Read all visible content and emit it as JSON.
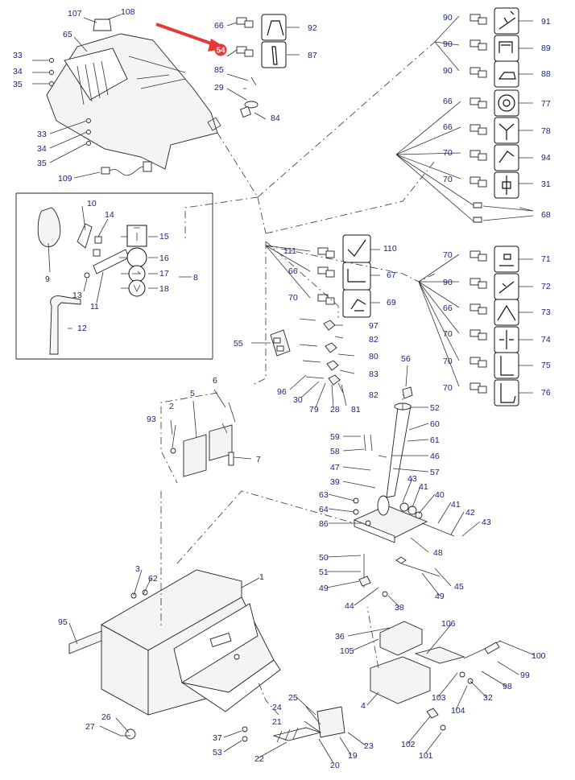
{
  "callout": {
    "badge": "54",
    "color": "#e53935"
  },
  "colors": {
    "label": "#1a237e",
    "line": "#333333"
  },
  "labels": [
    {
      "id": "l107",
      "t": "107"
    },
    {
      "id": "l108",
      "t": "108"
    },
    {
      "id": "l65",
      "t": "65"
    },
    {
      "id": "l33a",
      "t": "33"
    },
    {
      "id": "l34a",
      "t": "34"
    },
    {
      "id": "l35a",
      "t": "35"
    },
    {
      "id": "l33b",
      "t": "33"
    },
    {
      "id": "l34b",
      "t": "34"
    },
    {
      "id": "l35b",
      "t": "35"
    },
    {
      "id": "l109",
      "t": "109"
    },
    {
      "id": "l66a",
      "t": "66"
    },
    {
      "id": "l92",
      "t": "92"
    },
    {
      "id": "l87",
      "t": "87"
    },
    {
      "id": "l85",
      "t": "85"
    },
    {
      "id": "l29",
      "t": "29"
    },
    {
      "id": "l84",
      "t": "84"
    },
    {
      "id": "l90a",
      "t": "90"
    },
    {
      "id": "l91",
      "t": "91"
    },
    {
      "id": "l90b",
      "t": "90"
    },
    {
      "id": "l89",
      "t": "89"
    },
    {
      "id": "l90c",
      "t": "90"
    },
    {
      "id": "l88",
      "t": "88"
    },
    {
      "id": "l66b",
      "t": "66"
    },
    {
      "id": "l77",
      "t": "77"
    },
    {
      "id": "l66c",
      "t": "66"
    },
    {
      "id": "l78",
      "t": "78"
    },
    {
      "id": "l70a",
      "t": "70"
    },
    {
      "id": "l94",
      "t": "94"
    },
    {
      "id": "l70b",
      "t": "70"
    },
    {
      "id": "l31",
      "t": "31"
    },
    {
      "id": "l68",
      "t": "68"
    },
    {
      "id": "l10",
      "t": "10"
    },
    {
      "id": "l14",
      "t": "14"
    },
    {
      "id": "l15",
      "t": "15"
    },
    {
      "id": "l16",
      "t": "16"
    },
    {
      "id": "l17",
      "t": "17"
    },
    {
      "id": "l18",
      "t": "18"
    },
    {
      "id": "l8",
      "t": "8"
    },
    {
      "id": "l9",
      "t": "9"
    },
    {
      "id": "l13",
      "t": "13"
    },
    {
      "id": "l11",
      "t": "11"
    },
    {
      "id": "l12",
      "t": "12"
    },
    {
      "id": "l111",
      "t": "111"
    },
    {
      "id": "l110",
      "t": "110"
    },
    {
      "id": "l66d",
      "t": "66"
    },
    {
      "id": "l67",
      "t": "67"
    },
    {
      "id": "l70c",
      "t": "70"
    },
    {
      "id": "l69",
      "t": "69"
    },
    {
      "id": "l70d",
      "t": "70"
    },
    {
      "id": "l71",
      "t": "71"
    },
    {
      "id": "l90d",
      "t": "90"
    },
    {
      "id": "l72",
      "t": "72"
    },
    {
      "id": "l66e",
      "t": "66"
    },
    {
      "id": "l73",
      "t": "73"
    },
    {
      "id": "l70e",
      "t": "70"
    },
    {
      "id": "l74",
      "t": "74"
    },
    {
      "id": "l70f",
      "t": "70"
    },
    {
      "id": "l75",
      "t": "75"
    },
    {
      "id": "l70g",
      "t": "70"
    },
    {
      "id": "l76",
      "t": "76"
    },
    {
      "id": "l97",
      "t": "97"
    },
    {
      "id": "l82a",
      "t": "82"
    },
    {
      "id": "l55",
      "t": "55"
    },
    {
      "id": "l80",
      "t": "80"
    },
    {
      "id": "l83",
      "t": "83"
    },
    {
      "id": "l96",
      "t": "96"
    },
    {
      "id": "l30",
      "t": "30"
    },
    {
      "id": "l79",
      "t": "79"
    },
    {
      "id": "l28",
      "t": "28"
    },
    {
      "id": "l81",
      "t": "81"
    },
    {
      "id": "l82b",
      "t": "82"
    },
    {
      "id": "l56",
      "t": "56"
    },
    {
      "id": "l52",
      "t": "52"
    },
    {
      "id": "l6",
      "t": "6"
    },
    {
      "id": "l2",
      "t": "2"
    },
    {
      "id": "l5",
      "t": "5"
    },
    {
      "id": "l93",
      "t": "93"
    },
    {
      "id": "l7",
      "t": "7"
    },
    {
      "id": "l60",
      "t": "60"
    },
    {
      "id": "l59",
      "t": "59"
    },
    {
      "id": "l61",
      "t": "61"
    },
    {
      "id": "l58",
      "t": "58"
    },
    {
      "id": "l46",
      "t": "46"
    },
    {
      "id": "l47",
      "t": "47"
    },
    {
      "id": "l57",
      "t": "57"
    },
    {
      "id": "l39",
      "t": "39"
    },
    {
      "id": "l43a",
      "t": "43"
    },
    {
      "id": "l41a",
      "t": "41"
    },
    {
      "id": "l63",
      "t": "63"
    },
    {
      "id": "l40",
      "t": "40"
    },
    {
      "id": "l41b",
      "t": "41"
    },
    {
      "id": "l64",
      "t": "64"
    },
    {
      "id": "l42",
      "t": "42"
    },
    {
      "id": "l86",
      "t": "86"
    },
    {
      "id": "l43b",
      "t": "43"
    },
    {
      "id": "l48",
      "t": "48"
    },
    {
      "id": "l50",
      "t": "50"
    },
    {
      "id": "l51",
      "t": "51"
    },
    {
      "id": "l45",
      "t": "45"
    },
    {
      "id": "l49a",
      "t": "49"
    },
    {
      "id": "l49b",
      "t": "49"
    },
    {
      "id": "l44",
      "t": "44"
    },
    {
      "id": "l38",
      "t": "38"
    },
    {
      "id": "l3",
      "t": "3"
    },
    {
      "id": "l62",
      "t": "62"
    },
    {
      "id": "l1",
      "t": "1"
    },
    {
      "id": "l95",
      "t": "95"
    },
    {
      "id": "l106",
      "t": "106"
    },
    {
      "id": "l36",
      "t": "36"
    },
    {
      "id": "l105",
      "t": "105"
    },
    {
      "id": "l100",
      "t": "100"
    },
    {
      "id": "l99",
      "t": "99"
    },
    {
      "id": "l98",
      "t": "98"
    },
    {
      "id": "l32",
      "t": "32"
    },
    {
      "id": "l103",
      "t": "103"
    },
    {
      "id": "l104",
      "t": "104"
    },
    {
      "id": "l4",
      "t": "4"
    },
    {
      "id": "l25",
      "t": "25"
    },
    {
      "id": "l24",
      "t": "24"
    },
    {
      "id": "l21",
      "t": "21"
    },
    {
      "id": "l26",
      "t": "26"
    },
    {
      "id": "l27",
      "t": "27"
    },
    {
      "id": "l23",
      "t": "23"
    },
    {
      "id": "l37",
      "t": "37"
    },
    {
      "id": "l19",
      "t": "19"
    },
    {
      "id": "l53",
      "t": "53"
    },
    {
      "id": "l22",
      "t": "22"
    },
    {
      "id": "l20",
      "t": "20"
    },
    {
      "id": "l102",
      "t": "102"
    },
    {
      "id": "l101",
      "t": "101"
    }
  ]
}
